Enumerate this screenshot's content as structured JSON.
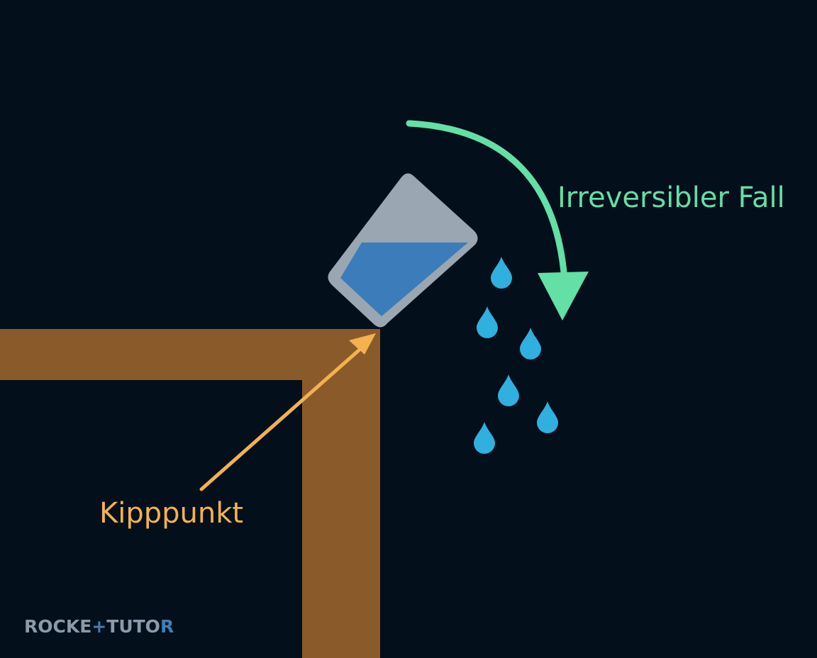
{
  "labels": {
    "tipping_point": "Kipppunkt",
    "irreversible_fall": "Irreversibler Fall"
  },
  "logo": {
    "part1": "ROCKE",
    "part2": "+",
    "part3": "TUTO",
    "part4": "R"
  },
  "colors": {
    "background": "#030f1b",
    "table": "#8a5a2b",
    "glass": "#9aa6b1",
    "water": "#3d7cba",
    "drop": "#2fb0de",
    "tipping_arrow": "#f3b24d",
    "fall_arrow": "#62e0a5",
    "logo_gray": "#8b9aa9",
    "logo_blue": "#3e7fb5"
  },
  "icons": {
    "glass": "tilted-glass-icon",
    "drops": "water-drop-icon",
    "tipping_arrow": "arrow-up-right-icon",
    "fall_arrow": "curved-arrow-down-icon"
  }
}
